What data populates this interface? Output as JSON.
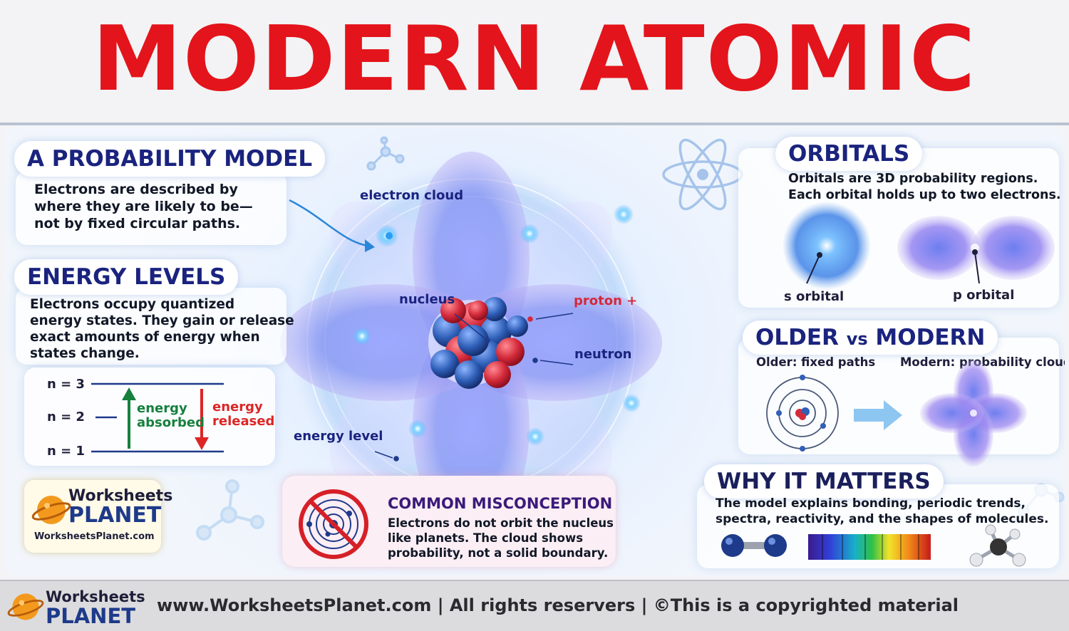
{
  "title": "MODERN ATOMIC MODEL",
  "probability": {
    "heading_word1": "A PROBABILITY",
    "heading_word2": "MODEL",
    "text": "Electrons are described by\nwhere they are likely to be—\nnot by fixed circular paths."
  },
  "energy": {
    "heading": "ENERGY LEVELS",
    "text": "Electrons occupy quantized\nenergy states. They gain or release\nexact amounts of energy when\nstates change.",
    "levels": [
      "n = 3",
      "n = 2",
      "n = 1"
    ],
    "absorbed_line1": "energy",
    "absorbed_line2": "absorbed",
    "released_line1": "energy",
    "released_line2": "released"
  },
  "atom": {
    "electron_cloud": "electron cloud",
    "nucleus": "nucleus",
    "proton": "proton +",
    "neutron": "neutron",
    "energy_level": "energy level"
  },
  "misconception": {
    "heading": "COMMON MISCONCEPTION",
    "text": "Electrons do not orbit the nucleus\nlike planets. The cloud shows\nprobability, not a solid boundary."
  },
  "orbitals": {
    "heading": "ORBITALS",
    "text": "Orbitals are 3D probability regions.\nEach orbital holds up to two electrons.",
    "s_label": "s orbital",
    "p_label": "p orbital"
  },
  "older_modern": {
    "heading_word1": "OLDER",
    "heading_word2": "vs",
    "heading_word3": "MODERN",
    "older_label": "Older: fixed paths",
    "modern_label": "Modern: probability clouds"
  },
  "why": {
    "heading": "WHY IT MATTERS",
    "text": "The model explains bonding, periodic trends,\nspectra, reactivity, and the shapes of molecules."
  },
  "logo": {
    "word1": "Worksheets",
    "word2": "PLANET",
    "url": "WorksheetsPlanet.com"
  },
  "footer": {
    "logo_word1": "Worksheets",
    "logo_word2": "PLANET",
    "text": "www.WorksheetsPlanet.com | All rights reservers | ©This is a copyrighted material"
  },
  "colors": {
    "title": "#e3141b",
    "heading": "#1a237e",
    "absorbed": "#15803d",
    "released": "#dc2626",
    "proton": "#d42a3a",
    "neutron": "#2f5fb8"
  }
}
